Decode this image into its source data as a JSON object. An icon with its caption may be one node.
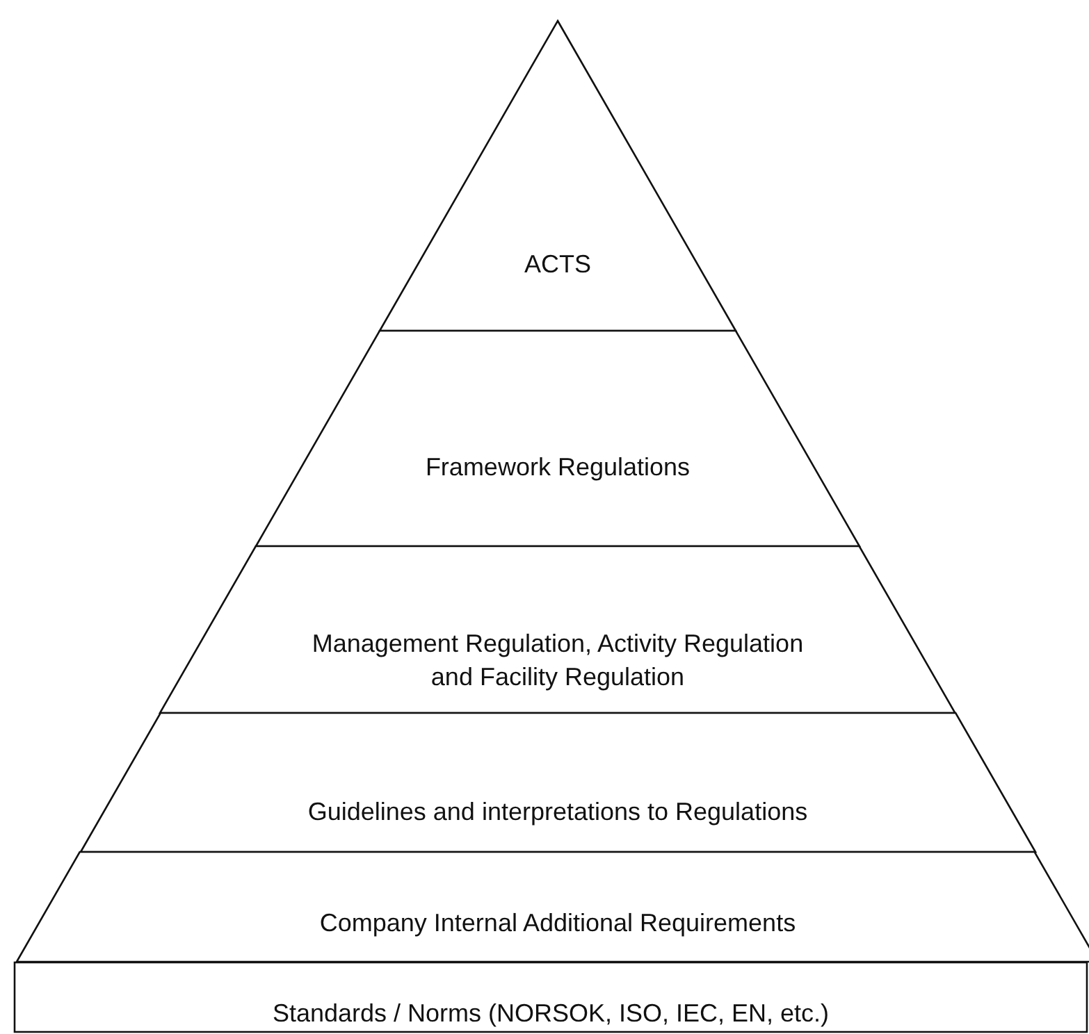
{
  "diagram": {
    "nodes": [
      {
        "text": [
          "ACTS"
        ]
      },
      {
        "text": [
          "Framework Regulations"
        ]
      },
      {
        "text": [
          "Management Regulation, Activity Regulation and Facility Regulation"
        ]
      },
      {
        "text": [
          "Guidelines and interpretations to Regulations"
        ]
      },
      {
        "text": [
          "Company Internal Additional Requirements"
        ]
      },
      {
        "text": [
          "Standards / Norms (NORSOK, ISO, IEC, EN, etc.)"
        ]
      }
    ]
  }
}
